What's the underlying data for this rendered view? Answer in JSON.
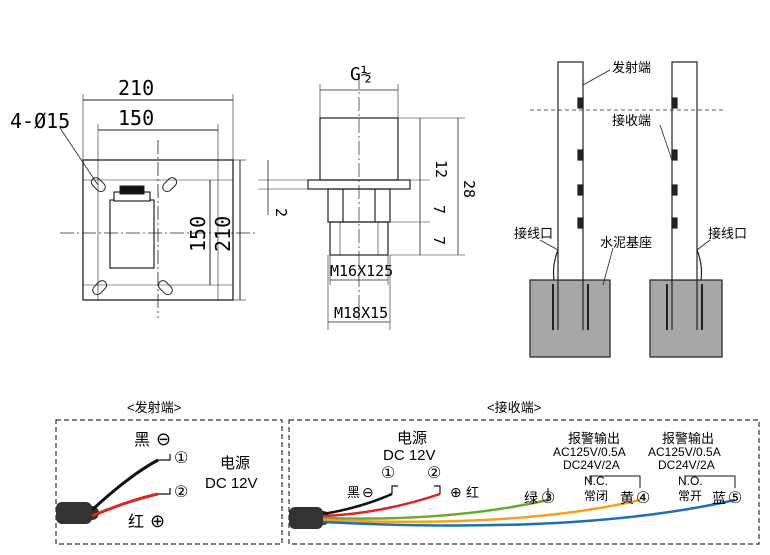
{
  "plate": {
    "label_holes": "4-Ø15",
    "dim_top_outer": "210",
    "dim_top_inner": "150",
    "dim_right_inner": "150",
    "dim_right_outer": "210"
  },
  "fitting": {
    "thread_label": "G½",
    "dim_12": "12",
    "dim_28": "28",
    "dim_7a": "7",
    "dim_7b": "7",
    "dim_2": "2",
    "label_m16": "M16X125",
    "label_m18": "M18X15"
  },
  "install": {
    "label_emit": "发射端",
    "label_receive": "接收端",
    "label_port_left": "接线口",
    "label_port_right": "接线口",
    "label_base": "水泥基座"
  },
  "emitter_box": {
    "title": "<发射端>",
    "black": "黑",
    "red": "红",
    "pin1": "①",
    "pin2": "②",
    "power_label": "电源",
    "power_value": "DC 12V"
  },
  "receiver_box": {
    "title": "<接收端>",
    "power_label": "电源",
    "power_value": "DC 12V",
    "pin1": "①",
    "pin2": "②",
    "black": "黑",
    "red": "红",
    "green": "绿",
    "pin3": "③",
    "nc_label": "N.C.",
    "nc_cn": "常闭",
    "yellow": "黄",
    "pin4": "④",
    "no_label": "N.O.",
    "no_cn": "常开",
    "blue": "蓝",
    "pin5": "⑤",
    "alarm1_title": "报警输出",
    "alarm1_ac": "AC125V/0.5A",
    "alarm1_dc": "DC24V/2A",
    "alarm2_title": "报警输出",
    "alarm2_ac": "AC125V/0.5A",
    "alarm2_dc": "DC24V/2A"
  },
  "colors": {
    "black_wire": "#111111",
    "red_wire": "#e0241c",
    "green_wire": "#6aa832",
    "yellow_wire": "#f2a21c",
    "blue_wire": "#1f6fb5",
    "concrete": "#a7a7a7"
  }
}
